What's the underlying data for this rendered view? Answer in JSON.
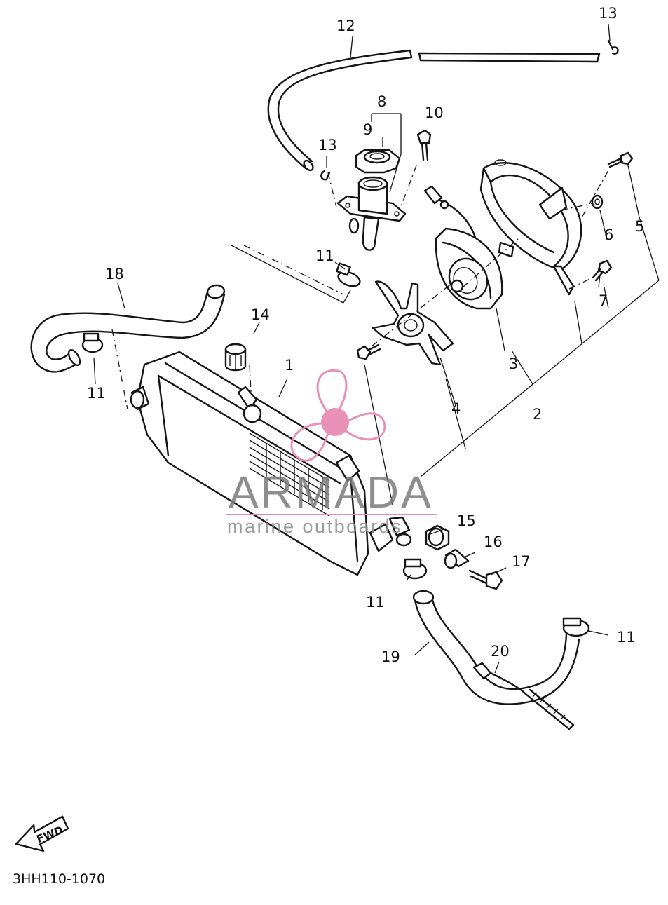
{
  "diagram": {
    "part_numbers": [
      "1",
      "2",
      "3",
      "4",
      "5",
      "6",
      "7",
      "8",
      "9",
      "10",
      "11",
      "12",
      "13",
      "14",
      "15",
      "16",
      "17",
      "18",
      "19",
      "20"
    ],
    "labels": {
      "l1": "1",
      "l2": "2",
      "l3": "3",
      "l4": "4",
      "l5": "5",
      "l6": "6",
      "l7": "7",
      "l8": "8",
      "l9": "9",
      "l10": "10",
      "l11a": "11",
      "l11b": "11",
      "l11c": "11",
      "l11d": "11",
      "l12": "12",
      "l13a": "13",
      "l13b": "13",
      "l14": "14",
      "l15": "15",
      "l16": "16",
      "l17": "17",
      "l18": "18",
      "l19": "19",
      "l20": "20"
    },
    "diagram_code": "3HH110-1070",
    "fwd_label": "FWD"
  },
  "watermark": {
    "brand": "ARMADA",
    "tagline": "marine outboards",
    "brand_color": "#7a7a7a",
    "accent_color": "#e88cb4"
  }
}
